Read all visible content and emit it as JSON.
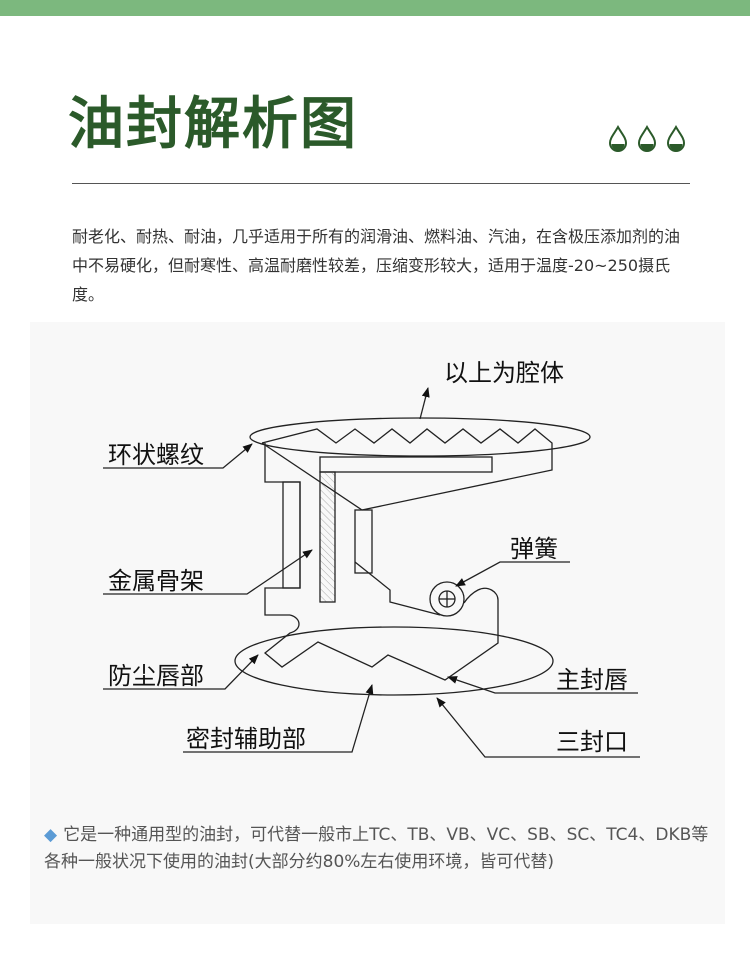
{
  "header": {
    "title": "油封解析图",
    "icons": [
      "oil-drop-icon",
      "oil-drop-icon",
      "oil-drop-icon"
    ],
    "accent_color": "#7cb87e",
    "title_color": "#2b5a2a"
  },
  "intro": {
    "text": "耐老化、耐热、耐油，几乎适用于所有的润滑油、燃料油、汽油，在含极压添加剂的油中不易硬化，但耐寒性、高温耐磨性较差，压缩变形较大，适用于温度-20~250摄氏度。"
  },
  "diagram": {
    "labels": {
      "cavity": "以上为腔体",
      "thread": "环状螺纹",
      "skeleton": "金属骨架",
      "spring": "弹簧",
      "dust_lip": "防尘唇部",
      "main_lip": "主封唇",
      "aux_seal": "密封辅助部",
      "third_seal": "三封口"
    }
  },
  "footer": {
    "bullet_icon": "diamond-icon",
    "text": "它是一种通用型的油封，可代替一般市上TC、TB、VB、VC、SB、SC、TC4、DKB等各种一般状况下使用的油封(大部分约80%左右使用环境，皆可代替)"
  }
}
